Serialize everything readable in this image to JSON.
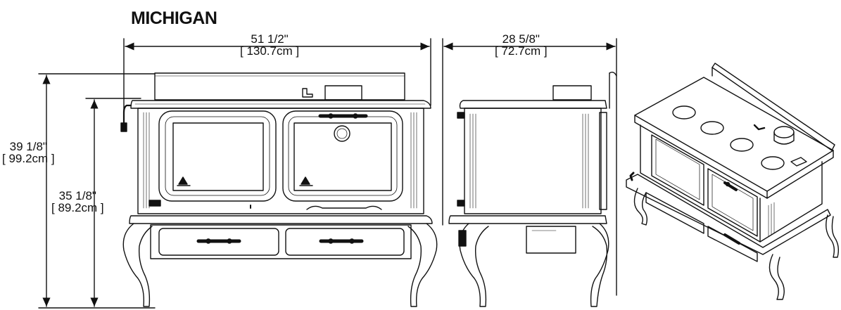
{
  "title": "MICHIGAN",
  "dimensions": {
    "width": {
      "imperial": "51 1/2\"",
      "metric": "[ 130.7cm ]"
    },
    "depth": {
      "imperial": "28 5/8\"",
      "metric": "[ 72.7cm ]"
    },
    "overall_height": {
      "imperial": "39 1/8\"",
      "metric": "[ 99.2cm ]"
    },
    "cooktop_height": {
      "imperial": "35 1/8\"",
      "metric": "[ 89.2cm ]"
    }
  },
  "views": [
    "front-view",
    "side-view",
    "isometric-view"
  ]
}
